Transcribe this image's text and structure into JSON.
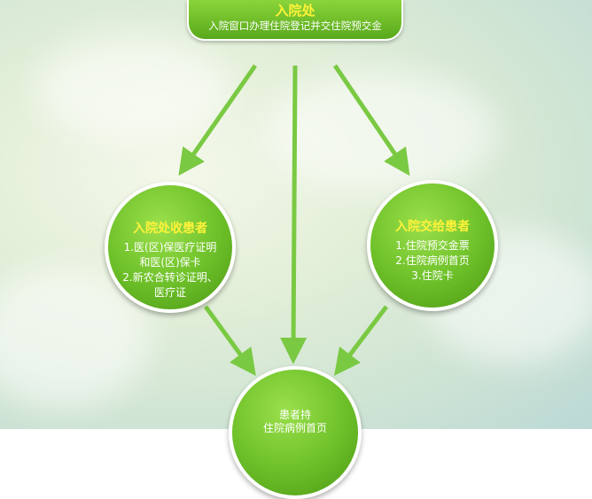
{
  "top": {
    "title": "入院处",
    "subtitle": "入院窗口办理住院登记并交住院预交金"
  },
  "left": {
    "title": "入院处收患者",
    "lines": [
      "1.医(区)保医疗证明",
      "和医(区)保卡",
      "2.新农合转诊证明、",
      "医疗证"
    ]
  },
  "right": {
    "title": "入院交给患者",
    "lines": [
      "1.住院预交金票",
      "2.住院病例首页",
      "3.住院卡"
    ]
  },
  "bottom": {
    "lines": [
      "患者持",
      "住院病例首页"
    ]
  },
  "colors": {
    "arrow": "#7ac943",
    "node_fill": "#6cbf28",
    "title_text": "#fff23a"
  }
}
